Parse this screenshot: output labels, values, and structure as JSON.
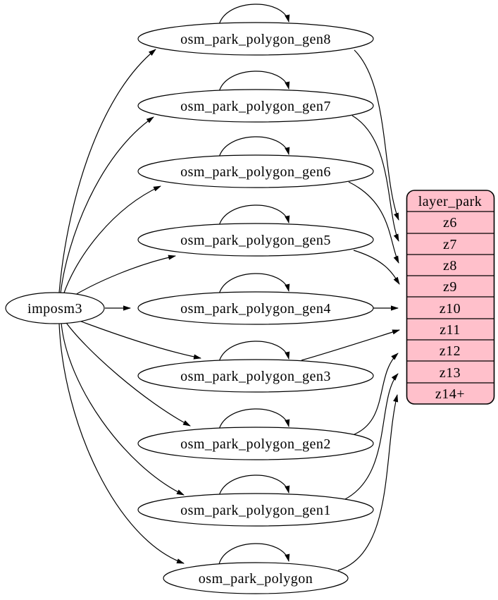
{
  "diagram": {
    "kind": "etl-dependency-graph",
    "colors": {
      "background": "#ffffff",
      "node_fill": "#ffffff",
      "layer_fill": "#ffc0cb",
      "stroke": "#000000"
    }
  },
  "nodes": [
    {
      "id": "imposm3",
      "label": "imposm3",
      "shape": "ellipse",
      "self_loop": false
    },
    {
      "id": "osm_park_polygon_gen8",
      "label": "osm_park_polygon_gen8",
      "shape": "ellipse",
      "self_loop": true
    },
    {
      "id": "osm_park_polygon_gen7",
      "label": "osm_park_polygon_gen7",
      "shape": "ellipse",
      "self_loop": true
    },
    {
      "id": "osm_park_polygon_gen6",
      "label": "osm_park_polygon_gen6",
      "shape": "ellipse",
      "self_loop": true
    },
    {
      "id": "osm_park_polygon_gen5",
      "label": "osm_park_polygon_gen5",
      "shape": "ellipse",
      "self_loop": true
    },
    {
      "id": "osm_park_polygon_gen4",
      "label": "osm_park_polygon_gen4",
      "shape": "ellipse",
      "self_loop": true
    },
    {
      "id": "osm_park_polygon_gen3",
      "label": "osm_park_polygon_gen3",
      "shape": "ellipse",
      "self_loop": true
    },
    {
      "id": "osm_park_polygon_gen2",
      "label": "osm_park_polygon_gen2",
      "shape": "ellipse",
      "self_loop": true
    },
    {
      "id": "osm_park_polygon_gen1",
      "label": "osm_park_polygon_gen1",
      "shape": "ellipse",
      "self_loop": true
    },
    {
      "id": "osm_park_polygon",
      "label": "osm_park_polygon",
      "shape": "ellipse",
      "self_loop": true
    }
  ],
  "layer_table": {
    "title": "layer_park",
    "rows": [
      "z6",
      "z7",
      "z8",
      "z9",
      "z10",
      "z11",
      "z12",
      "z13",
      "z14+"
    ]
  },
  "edges": [
    {
      "from": "imposm3",
      "to": "osm_park_polygon_gen8"
    },
    {
      "from": "imposm3",
      "to": "osm_park_polygon_gen7"
    },
    {
      "from": "imposm3",
      "to": "osm_park_polygon_gen6"
    },
    {
      "from": "imposm3",
      "to": "osm_park_polygon_gen5"
    },
    {
      "from": "imposm3",
      "to": "osm_park_polygon_gen4"
    },
    {
      "from": "imposm3",
      "to": "osm_park_polygon_gen3"
    },
    {
      "from": "imposm3",
      "to": "osm_park_polygon_gen2"
    },
    {
      "from": "imposm3",
      "to": "osm_park_polygon_gen1"
    },
    {
      "from": "imposm3",
      "to": "osm_park_polygon"
    },
    {
      "from": "osm_park_polygon_gen8",
      "to": "layer_park",
      "row": "z6"
    },
    {
      "from": "osm_park_polygon_gen7",
      "to": "layer_park",
      "row": "z7"
    },
    {
      "from": "osm_park_polygon_gen6",
      "to": "layer_park",
      "row": "z8"
    },
    {
      "from": "osm_park_polygon_gen5",
      "to": "layer_park",
      "row": "z9"
    },
    {
      "from": "osm_park_polygon_gen4",
      "to": "layer_park",
      "row": "z10"
    },
    {
      "from": "osm_park_polygon_gen3",
      "to": "layer_park",
      "row": "z11"
    },
    {
      "from": "osm_park_polygon_gen2",
      "to": "layer_park",
      "row": "z12"
    },
    {
      "from": "osm_park_polygon_gen1",
      "to": "layer_park",
      "row": "z13"
    },
    {
      "from": "osm_park_polygon",
      "to": "layer_park",
      "row": "z14+"
    }
  ]
}
